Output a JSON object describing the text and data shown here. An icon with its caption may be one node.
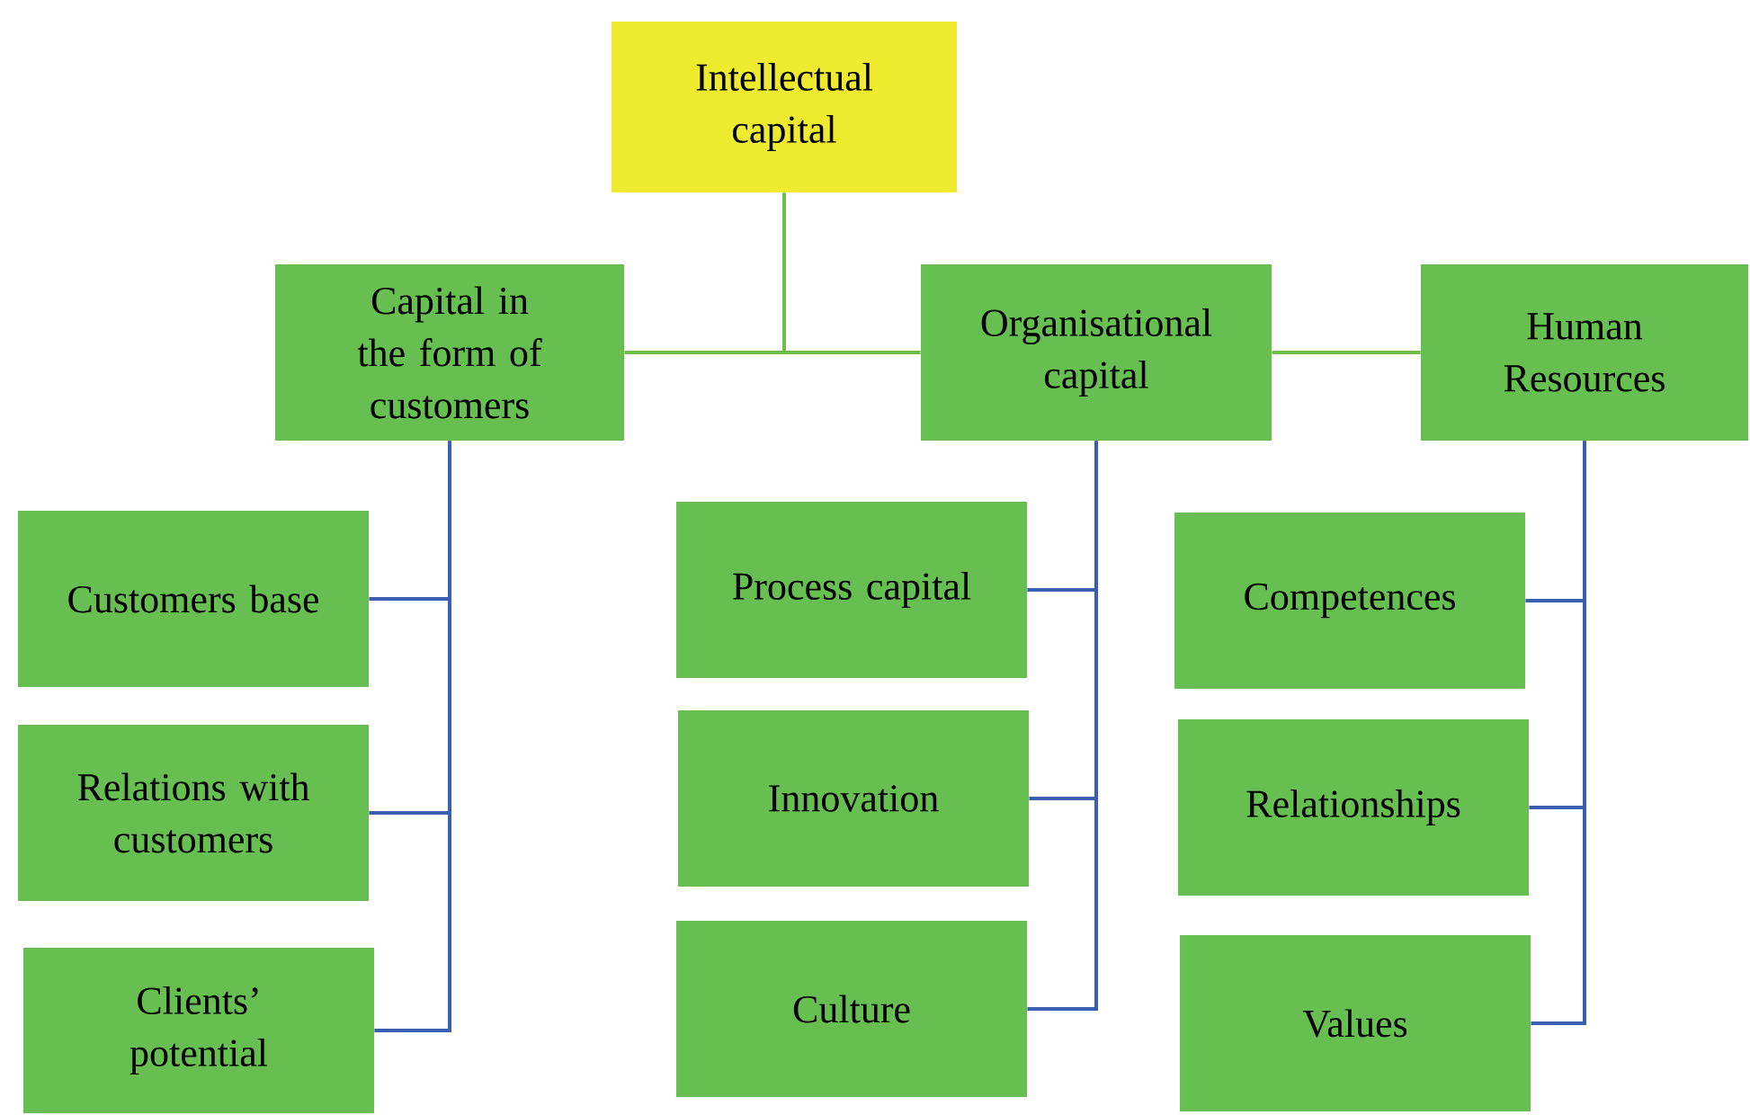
{
  "diagram": {
    "nodes": [
      {
        "text": [
          "Intellectual capital"
        ]
      },
      {
        "text": [
          "Capital in the form of customers"
        ]
      },
      {
        "text": [
          "Organisational capital"
        ]
      },
      {
        "text": [
          "Human Resources"
        ]
      },
      {
        "text": [
          "Customers base"
        ]
      },
      {
        "text": [
          "Relations with customers"
        ]
      },
      {
        "text": [
          "Clients’ potential"
        ]
      },
      {
        "text": [
          "Process capital"
        ]
      },
      {
        "text": [
          "Innovation"
        ]
      },
      {
        "text": [
          "Culture"
        ]
      },
      {
        "text": [
          "Competences"
        ]
      },
      {
        "text": [
          "Relationships"
        ]
      },
      {
        "text": [
          "Values"
        ]
      }
    ],
    "edges": [
      {
        "from": 0,
        "to": 1,
        "arrow": "none",
        "color": "#6cc04a"
      },
      {
        "from": 0,
        "to": 2,
        "arrow": "none",
        "color": "#6cc04a"
      },
      {
        "from": 2,
        "to": 3,
        "arrow": "none",
        "color": "#6cc04a"
      },
      {
        "from": 1,
        "to": 4,
        "arrow": "none"
      },
      {
        "from": 1,
        "to": 5,
        "arrow": "none"
      },
      {
        "from": 1,
        "to": 6,
        "arrow": "none"
      },
      {
        "from": 2,
        "to": 7,
        "arrow": "none"
      },
      {
        "from": 2,
        "to": 8,
        "arrow": "none"
      },
      {
        "from": 2,
        "to": 9,
        "arrow": "none"
      },
      {
        "from": 3,
        "to": 10,
        "arrow": "none"
      },
      {
        "from": 3,
        "to": 11,
        "arrow": "none"
      },
      {
        "from": 3,
        "to": 12,
        "arrow": "none"
      }
    ]
  }
}
